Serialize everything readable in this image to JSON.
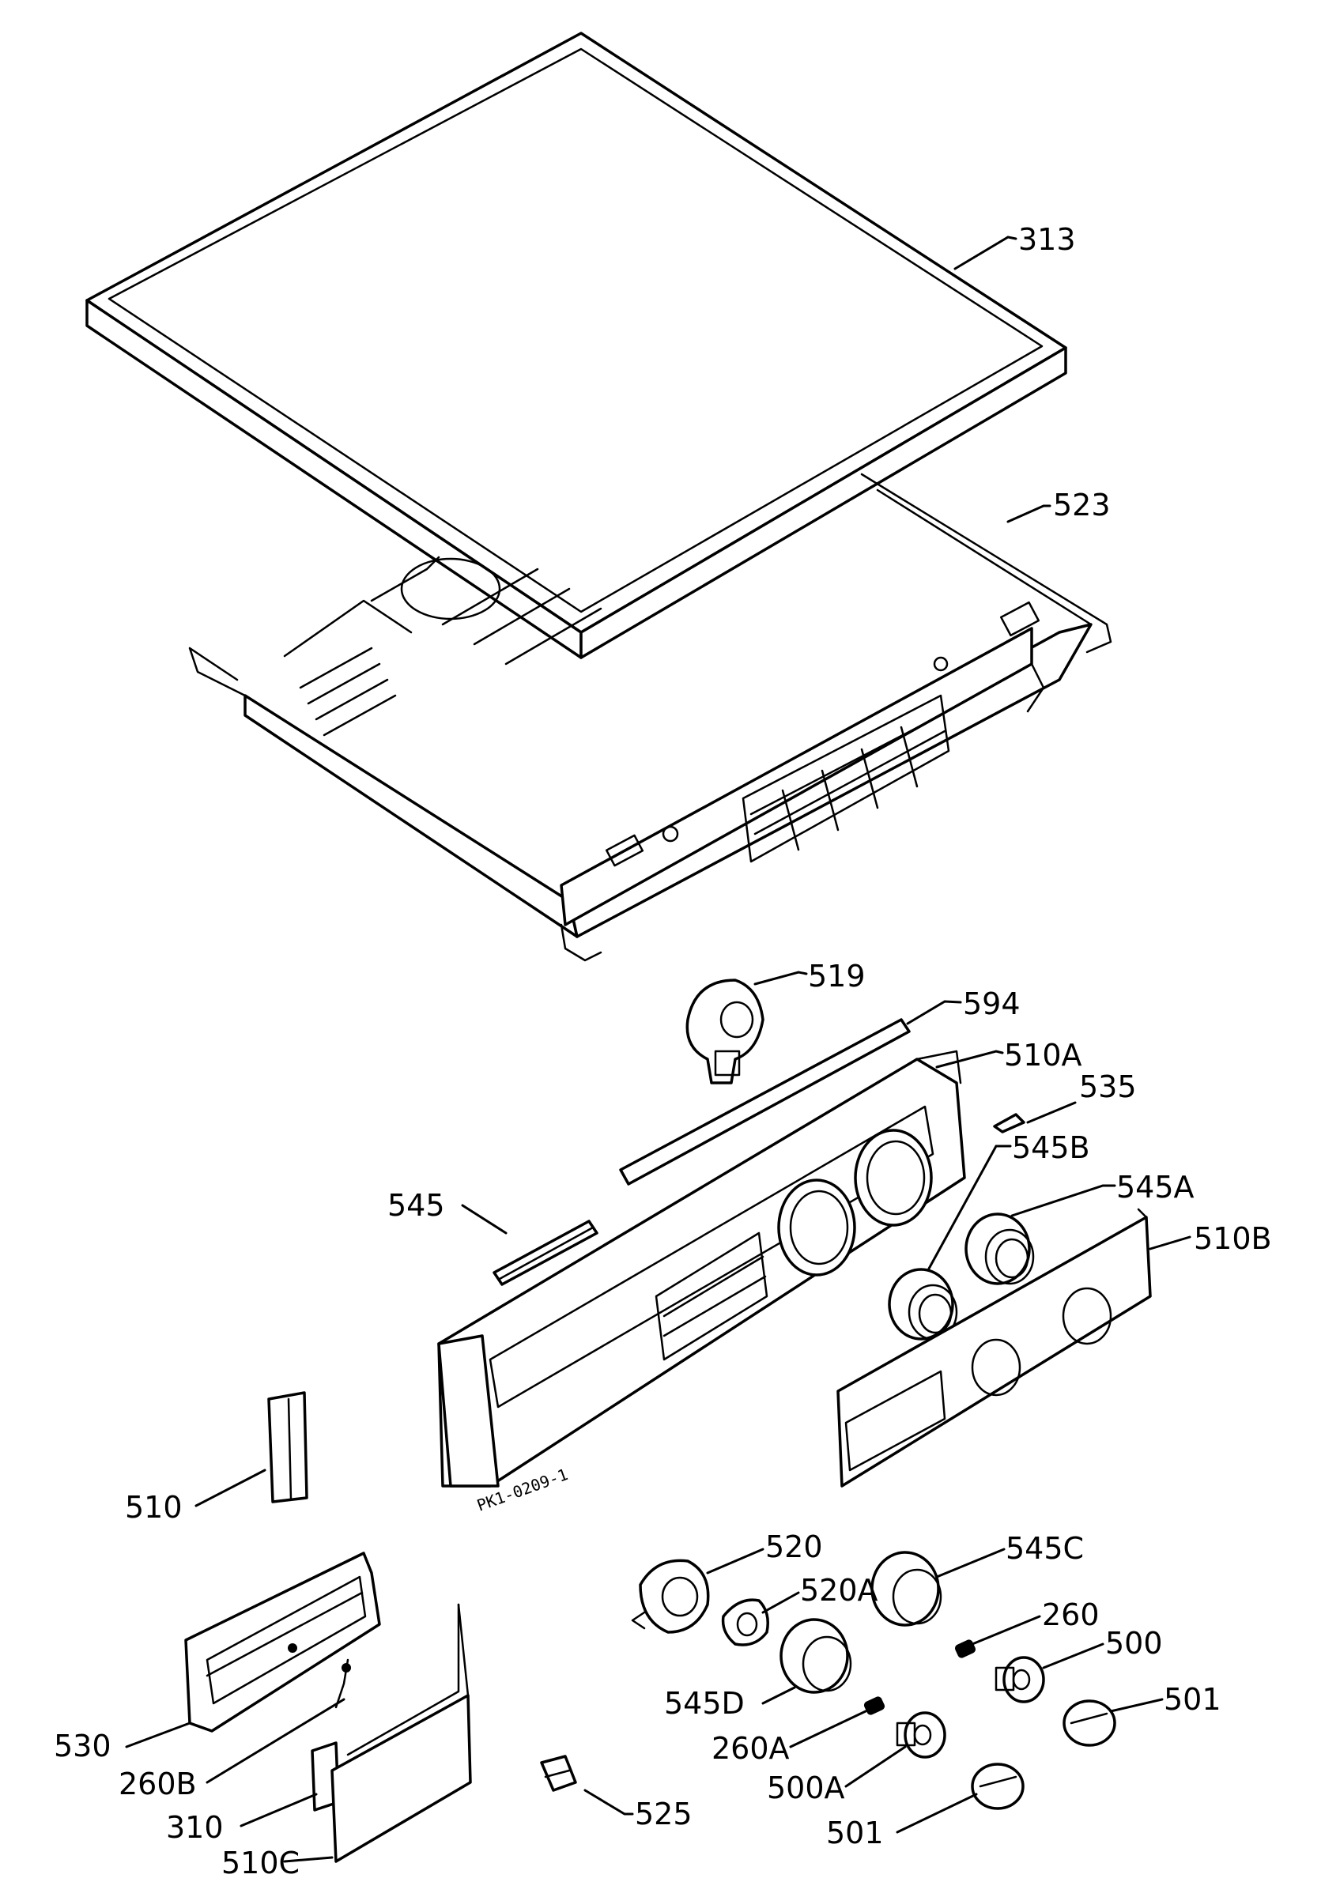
{
  "diagram": {
    "drawing_code": "PK1-0209-1",
    "labels": {
      "p313": "313",
      "p523": "523",
      "p519": "519",
      "p594": "594",
      "p510a": "510A",
      "p535": "535",
      "p545b": "545B",
      "p545a": "545A",
      "p545": "545",
      "p510b": "510B",
      "p510": "510",
      "p520": "520",
      "p520a": "520A",
      "p545c": "545C",
      "p260": "260",
      "p500": "500",
      "p501a": "501",
      "p545d": "545D",
      "p530": "530",
      "p260a": "260A",
      "p260b": "260B",
      "p500a": "500A",
      "p310": "310",
      "p501b": "501",
      "p510c": "510C",
      "p525": "525"
    }
  }
}
